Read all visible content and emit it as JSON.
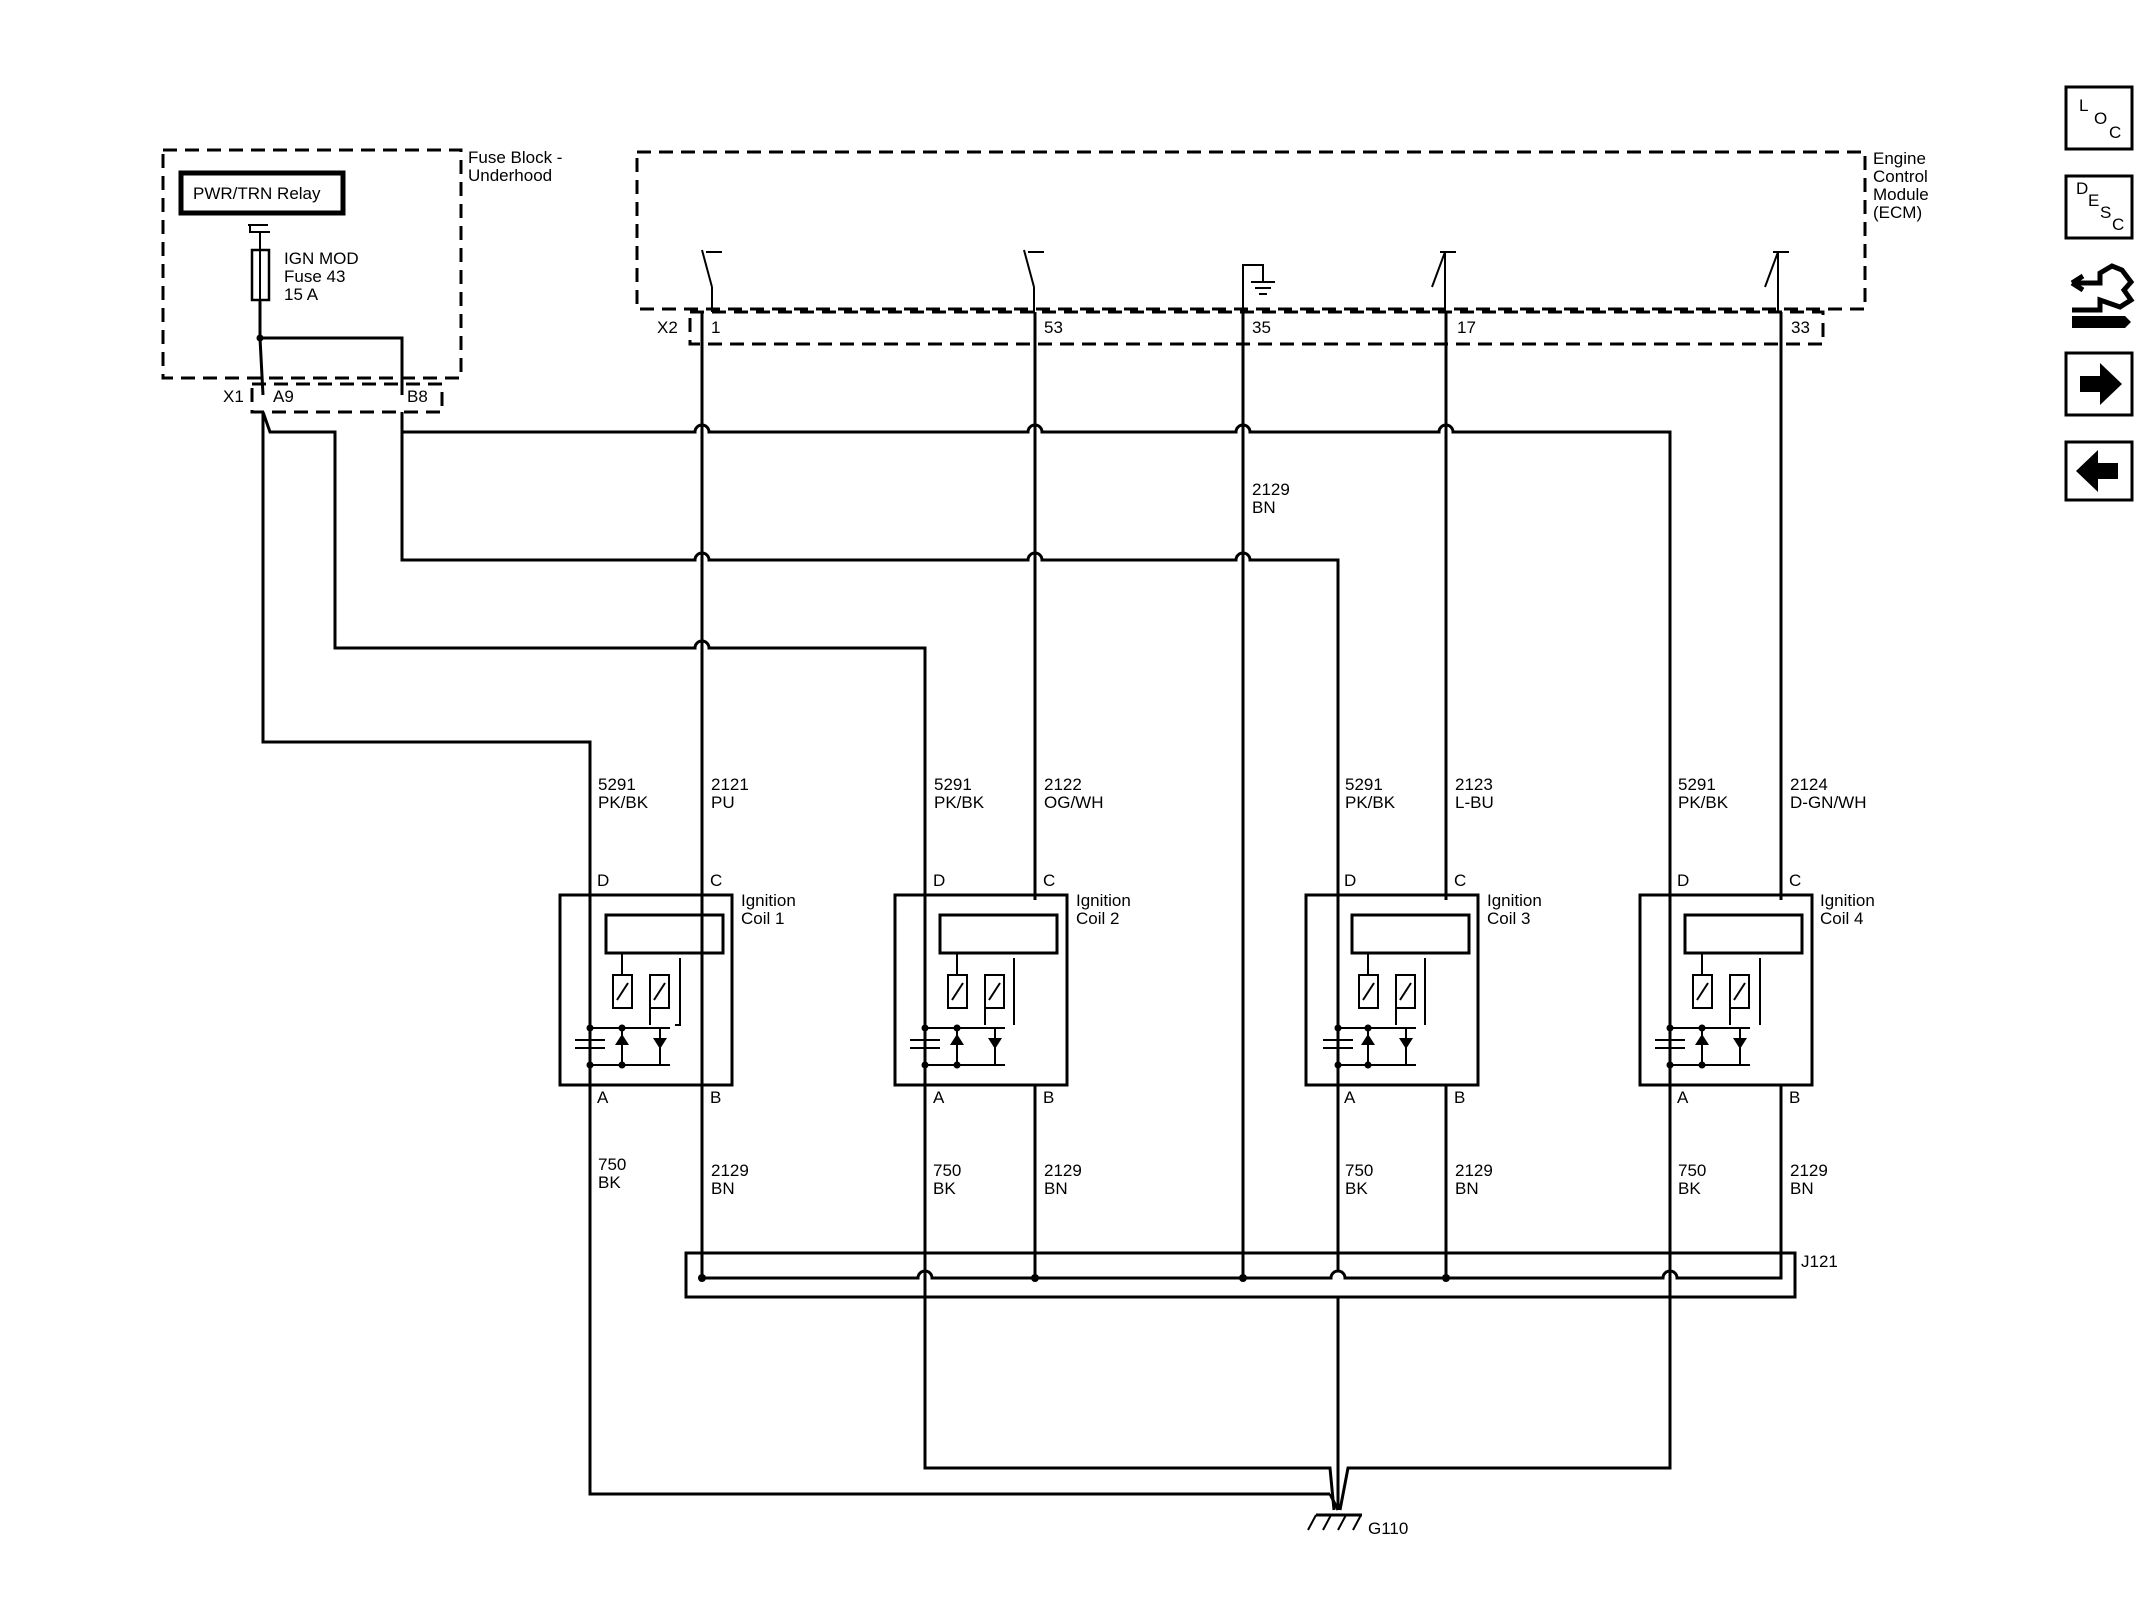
{
  "fuse_block": {
    "title_line1": "Fuse Block -",
    "title_line2": "Underhood",
    "relay_label": "PWR/TRN Relay",
    "fuse_line1": "IGN MOD",
    "fuse_line2": "Fuse 43",
    "fuse_line3": "15 A",
    "connector": "X1",
    "pin_a": "A9",
    "pin_b": "B8"
  },
  "ecm": {
    "title_line1": "Engine",
    "title_line2": "Control",
    "title_line3": "Module",
    "title_line4": "(ECM)",
    "connector": "X2",
    "pins": [
      "1",
      "53",
      "35",
      "17",
      "33"
    ]
  },
  "ground_circuit": {
    "circuit": "2129",
    "color": "BN"
  },
  "coils": [
    {
      "title1": "Ignition",
      "title2": "Coil 1",
      "d_circuit": "5291",
      "d_color": "PK/BK",
      "c_circuit": "2121",
      "c_color": "PU",
      "a_circuit": "750",
      "a_color": "BK",
      "b_circuit": "2129",
      "b_color": "BN"
    },
    {
      "title1": "Ignition",
      "title2": "Coil 2",
      "d_circuit": "5291",
      "d_color": "PK/BK",
      "c_circuit": "2122",
      "c_color": "OG/WH",
      "a_circuit": "750",
      "a_color": "BK",
      "b_circuit": "2129",
      "b_color": "BN"
    },
    {
      "title1": "Ignition",
      "title2": "Coil 3",
      "d_circuit": "5291",
      "d_color": "PK/BK",
      "c_circuit": "2123",
      "c_color": "L-BU",
      "a_circuit": "750",
      "a_color": "BK",
      "b_circuit": "2129",
      "b_color": "BN"
    },
    {
      "title1": "Ignition",
      "title2": "Coil 4",
      "d_circuit": "5291",
      "d_color": "PK/BK",
      "c_circuit": "2124",
      "c_color": "D-GN/WH",
      "a_circuit": "750",
      "a_color": "BK",
      "b_circuit": "2129",
      "b_color": "BN"
    }
  ],
  "pin_letters": {
    "d": "D",
    "c": "C",
    "a": "A",
    "b": "B"
  },
  "splice": "J121",
  "ground": "G110",
  "nav": {
    "loc": {
      "l1": "L",
      "l2": "O",
      "l3": "C",
      "icon": "loc-icon"
    },
    "desc": {
      "l1": "D",
      "l2": "E",
      "l3": "S",
      "l4": "C",
      "icon": "desc-icon"
    },
    "connector_icon": "connector-wrench-icon",
    "next_icon": "arrow-right-icon",
    "prev_icon": "arrow-left-icon"
  }
}
